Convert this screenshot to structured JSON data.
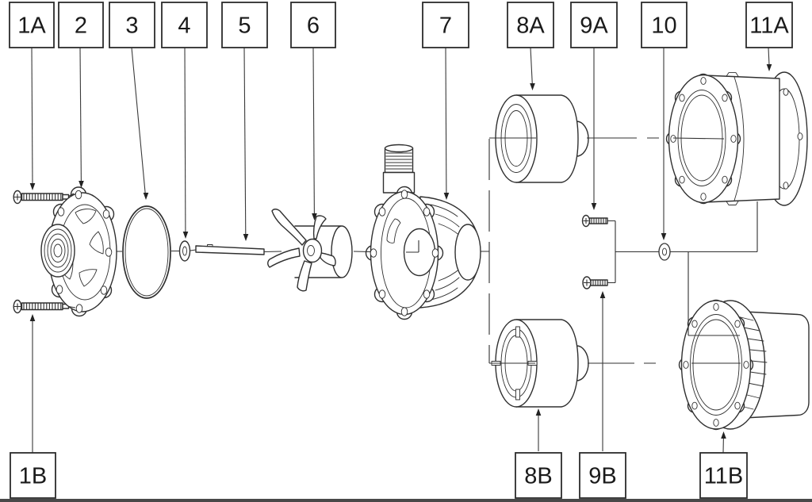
{
  "figure": {
    "type": "exploded-parts-diagram",
    "subject": "magnetic-drive pump assembly with two motor-adapter variants",
    "colors": {
      "background": "#ffffff",
      "line": "#303030",
      "label_text": "#1a1a1a",
      "bottom_bar": "#484848"
    }
  },
  "callouts": {
    "top": [
      {
        "id": "1A",
        "label": "1A"
      },
      {
        "id": "2",
        "label": "2"
      },
      {
        "id": "3",
        "label": "3"
      },
      {
        "id": "4",
        "label": "4"
      },
      {
        "id": "5",
        "label": "5"
      },
      {
        "id": "6",
        "label": "6"
      },
      {
        "id": "7",
        "label": "7"
      },
      {
        "id": "8A",
        "label": "8A"
      },
      {
        "id": "9A",
        "label": "9A"
      },
      {
        "id": "10",
        "label": "10"
      },
      {
        "id": "11A",
        "label": "11A"
      }
    ],
    "bottom": [
      {
        "id": "1B",
        "label": "1B"
      },
      {
        "id": "8B",
        "label": "8B"
      },
      {
        "id": "9B",
        "label": "9B"
      },
      {
        "id": "11B",
        "label": "11B"
      }
    ]
  },
  "parts_semantics": {
    "1A": "mounting-screw-upper",
    "1B": "mounting-screw-lower",
    "2": "inlet-flange-cover",
    "3": "o-ring-seal",
    "4": "shaft-bushing-washer",
    "5": "impeller-shaft",
    "6": "magnet-impeller-rotor",
    "7": "pump-body-volute",
    "8A": "motor-adapter-bushing-a",
    "8B": "motor-adapter-bushing-b-slotted",
    "9A": "adapter-screw-a",
    "9B": "adapter-screw-b",
    "10": "washer",
    "11A": "motor-housing-a",
    "11B": "motor-housing-b-ribbed"
  }
}
